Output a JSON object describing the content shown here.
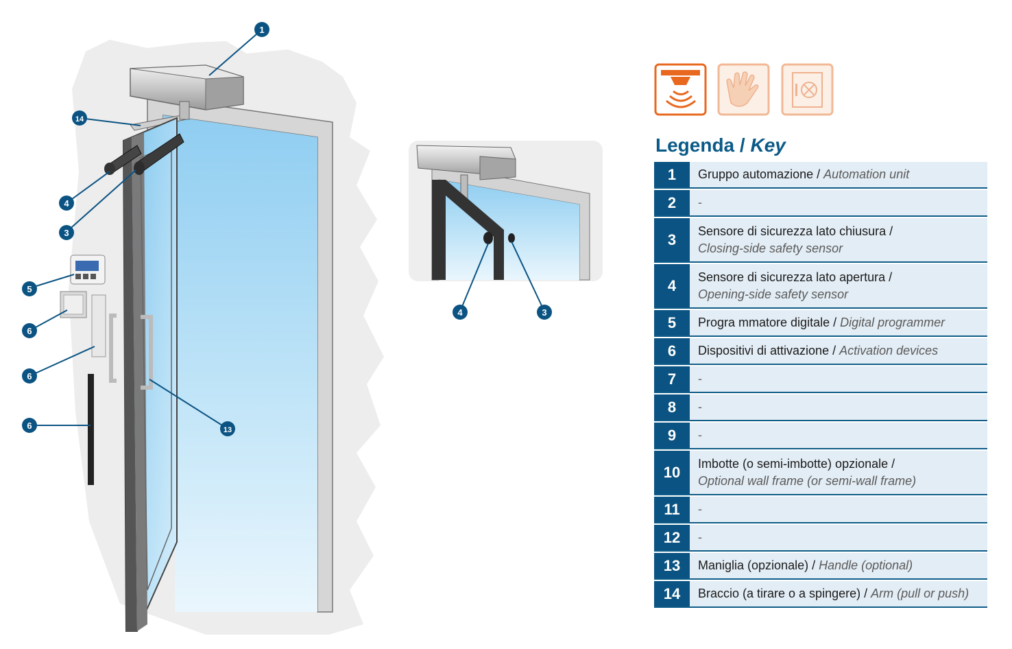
{
  "legend": {
    "title_it": "Legenda",
    "title_sep": " / ",
    "title_en": "Key",
    "items": [
      {
        "num": "1",
        "it": "Gruppo automazione / ",
        "en": "Automation unit"
      },
      {
        "num": "2",
        "it": "",
        "en": "",
        "dash": "-"
      },
      {
        "num": "3",
        "it": "Sensore di sicurezza lato chiusura /",
        "en": "Closing-side safety sensor"
      },
      {
        "num": "4",
        "it": "Sensore di sicurezza lato apertura /",
        "en": "Opening-side safety sensor"
      },
      {
        "num": "5",
        "it": "Progra mmatore digitale / ",
        "en": "Digital programmer"
      },
      {
        "num": "6",
        "it": "Dispositivi di attivazione / ",
        "en": "Activation devices"
      },
      {
        "num": "7",
        "it": "",
        "en": "",
        "dash": "-"
      },
      {
        "num": "8",
        "it": "",
        "en": "",
        "dash": "-"
      },
      {
        "num": "9",
        "it": "",
        "en": "",
        "dash": "-"
      },
      {
        "num": "10",
        "it": "Imbotte (o semi-imbotte) opzionale /",
        "en": "Optional wall frame (or semi-wall frame)"
      },
      {
        "num": "11",
        "it": "",
        "en": "",
        "dash": "-"
      },
      {
        "num": "12",
        "it": "",
        "en": "",
        "dash": "-"
      },
      {
        "num": "13",
        "it": "Maniglia (opzionale) / ",
        "en": "Handle (optional)"
      },
      {
        "num": "14",
        "it": "Braccio (a tirare o a spingere) / ",
        "en": "Arm (pull or push)"
      }
    ]
  },
  "callouts": {
    "c1": "1",
    "c14": "14",
    "c4": "4",
    "c3": "3",
    "c5": "5",
    "c6a": "6",
    "c6b": "6",
    "c6c": "6",
    "c13": "13",
    "d4": "4",
    "d3": "3"
  },
  "icons": [
    "radar-sensor-icon",
    "hand-icon",
    "safe-icon"
  ],
  "colors": {
    "accent": "#0b5382",
    "orange": "#e8681f",
    "row_bg": "#e3edf5",
    "glass": "#a8d8f4"
  }
}
